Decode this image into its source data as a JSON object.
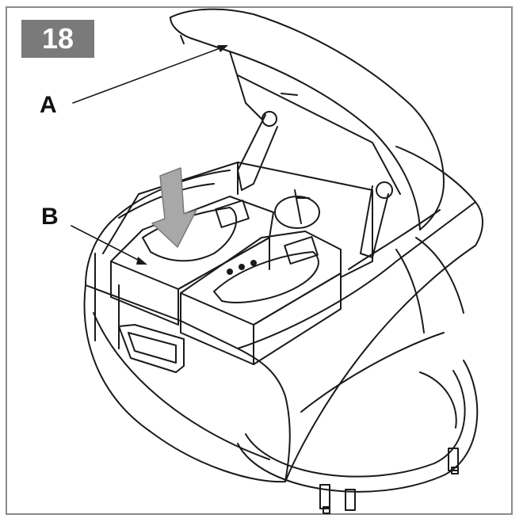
{
  "step": {
    "number": "18"
  },
  "callouts": [
    {
      "letter": "A"
    },
    {
      "letter": "B"
    }
  ],
  "colors": {
    "badge_background": "#7a7a7a",
    "badge_text": "#ffffff",
    "frame": "#8a8a8a",
    "line_art": "#1a1a1a",
    "arrow_fill": "#a8a8a8"
  }
}
